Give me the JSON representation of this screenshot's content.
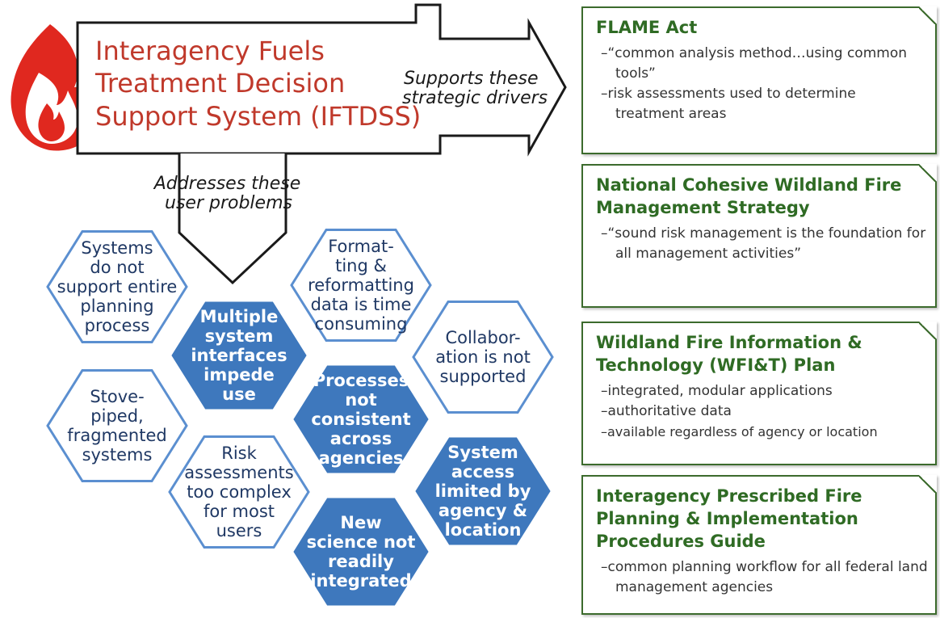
{
  "title": "Interagency Fuels Treatment Decision Support System (IFTDSS)",
  "title_lines": [
    "Interagency Fuels",
    "Treatment Decision",
    "Support System (IFTDSS)"
  ],
  "supports_label": [
    "Supports these",
    "strategic drivers"
  ],
  "addresses_label": [
    "Addresses these",
    "user problems"
  ],
  "colors": {
    "title": "#c0392b",
    "hex_fill": "#3e78bd",
    "hex_stroke": "#5b8fd0",
    "driver_green": "#2f6b24",
    "flame_outer": "#e0281f",
    "flame_inner": "#ffffff"
  },
  "problems": [
    {
      "id": "p1",
      "lines": [
        "Systems",
        "do not",
        "support entire",
        "planning",
        "process"
      ],
      "style": "outline"
    },
    {
      "id": "p2",
      "lines": [
        "Format-",
        "ting &",
        "reformatting",
        "data is time",
        "consuming"
      ],
      "style": "outline"
    },
    {
      "id": "p3",
      "lines": [
        "Multiple",
        "system",
        "interfaces",
        "impede",
        "use"
      ],
      "style": "filled"
    },
    {
      "id": "p4",
      "lines": [
        "Collabor-",
        "ation is not",
        "supported"
      ],
      "style": "outline"
    },
    {
      "id": "p5",
      "lines": [
        "Stove-",
        "piped,",
        "fragmented",
        "systems"
      ],
      "style": "outline"
    },
    {
      "id": "p6",
      "lines": [
        "Processes",
        "not",
        "consistent",
        "across",
        "agencies"
      ],
      "style": "filled"
    },
    {
      "id": "p7",
      "lines": [
        "Risk",
        "assessments",
        "too complex",
        "for most",
        "users"
      ],
      "style": "outline"
    },
    {
      "id": "p8",
      "lines": [
        "System",
        "access",
        "limited by",
        "agency &",
        "location"
      ],
      "style": "filled"
    },
    {
      "id": "p9",
      "lines": [
        "New",
        "science not",
        "readily",
        "integrated"
      ],
      "style": "filled"
    }
  ],
  "drivers": [
    {
      "title": "FLAME Act",
      "items": [
        "“common analysis method…using common tools”",
        "risk assessments used to determine treatment areas"
      ]
    },
    {
      "title": "National Cohesive Wildland Fire Management Strategy",
      "items": [
        "“sound risk management is the foundation for all management activities”"
      ]
    },
    {
      "title": "Wildland Fire Information & Technology (WFI&T) Plan",
      "items": [
        "integrated, modular applications",
        "authoritative data",
        "available regardless of agency or location"
      ]
    },
    {
      "title": "Interagency Prescribed Fire Planning & Implementation Procedures Guide",
      "items": [
        "common planning workflow for all federal land management agencies"
      ]
    }
  ]
}
